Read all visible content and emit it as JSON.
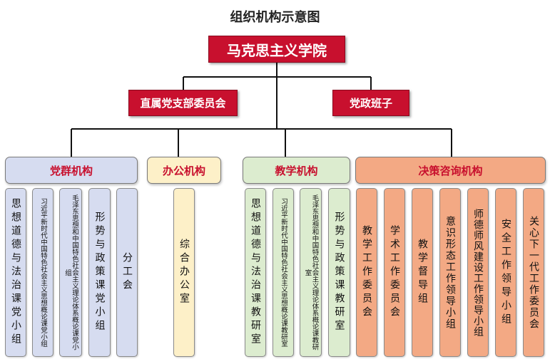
{
  "title": "组织机构示意图",
  "root": "马克思主义学院",
  "level2": [
    "直属党支部委员会",
    "党政班子"
  ],
  "groups": [
    {
      "label": "党群机构",
      "items": [
        "思想道德与法治课党小组",
        "习近平新时代中国特色社会主义思想概论课党小组",
        "毛泽东思想和中国特色社会主义理论体系概论课党小组",
        "形势与政策课党小组",
        "分工会"
      ]
    },
    {
      "label": "办公机构",
      "items": [
        "综合办公室"
      ]
    },
    {
      "label": "教学机构",
      "items": [
        "思想道德与法治课教研室",
        "习近平新时代中国特色社会主义思想概论课教研室",
        "毛泽东思想和中国特色社会主义理论体系概论课教研室",
        "形势与政策课教研室"
      ]
    },
    {
      "label": "决策咨询机构",
      "items": [
        "教学工作委员会",
        "学术工作委员会",
        "教学督导组",
        "意识形态工作领导小组",
        "师德师风建设工作领导小组",
        "安全工作领导小组",
        "关心下一代工作委员会"
      ]
    }
  ],
  "colors": {
    "red": "#c8102e",
    "party": "#d6dcf0",
    "office": "#fdf0c8",
    "teaching": "#dceccf",
    "consult": "#f3a984"
  }
}
